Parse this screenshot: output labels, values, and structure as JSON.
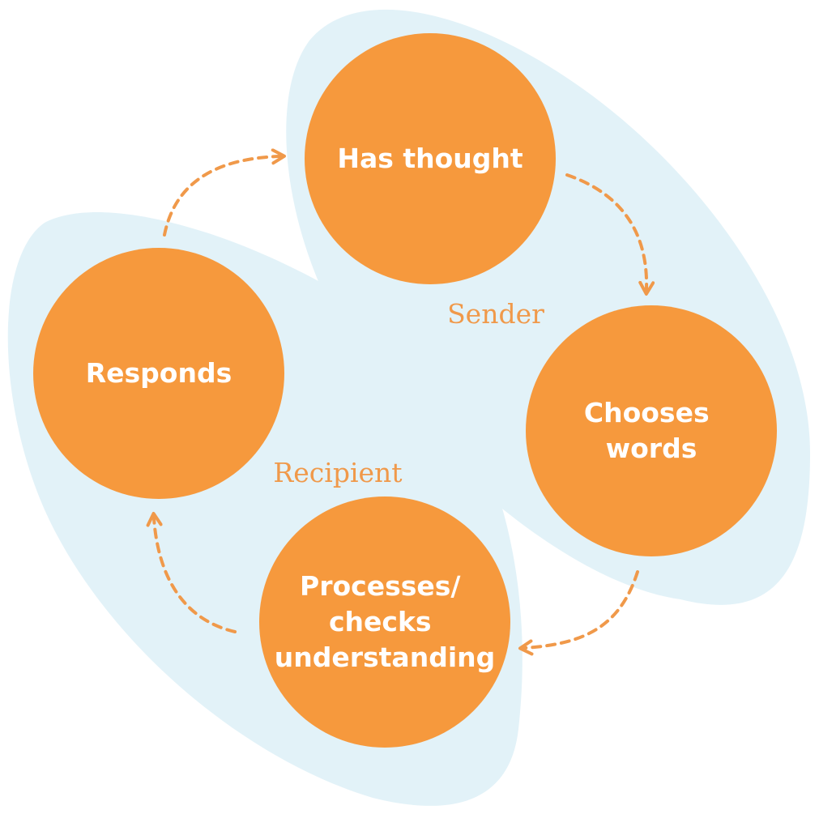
{
  "colors": {
    "background": "#ffffff",
    "group_fill": "#e2f2f8",
    "node_fill": "#f6993d",
    "node_text": "#ffffff",
    "arrow": "#f0994a",
    "group_label": "#f0994a"
  },
  "groups": {
    "sender": {
      "label": "Sender"
    },
    "recipient": {
      "label": "Recipient"
    }
  },
  "nodes": {
    "has_thought": {
      "lines": [
        "Has thought"
      ]
    },
    "chooses_words": {
      "lines": [
        "Chooses",
        "words"
      ]
    },
    "processes": {
      "lines": [
        "Processes/",
        "checks",
        "understanding"
      ]
    },
    "responds": {
      "lines": [
        "Responds"
      ]
    }
  },
  "flow": [
    {
      "from": "has_thought",
      "to": "chooses_words"
    },
    {
      "from": "chooses_words",
      "to": "processes"
    },
    {
      "from": "processes",
      "to": "responds"
    },
    {
      "from": "responds",
      "to": "has_thought"
    }
  ]
}
